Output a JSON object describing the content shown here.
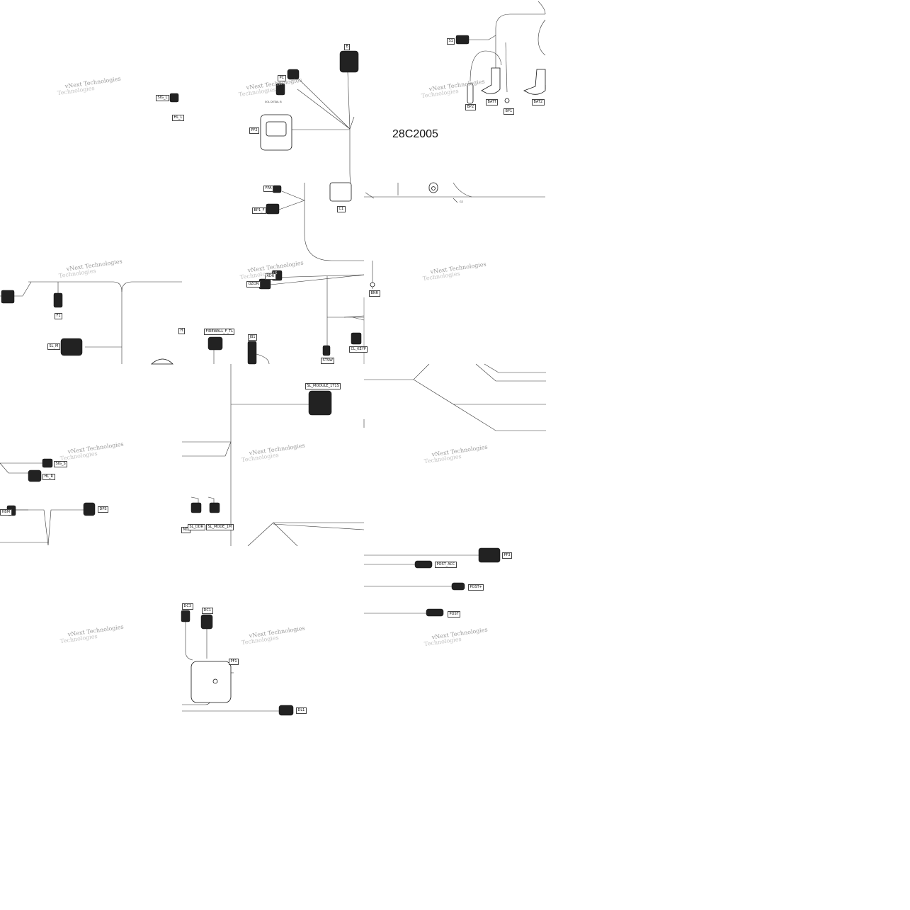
{
  "drawing": {
    "code": "28C2005",
    "watermark": {
      "line1": "vNext Technologies",
      "line2": "Technologies"
    }
  },
  "labels": {
    "sig_l": "SIG_L",
    "hl_l": "HL_L",
    "pc": "PC",
    "b": "B",
    "pf2": "PF2",
    "sol_detail": "SOL DETAIL B",
    "s1": "S1",
    "batt": "BATT",
    "bp2": "BP2",
    "bp1": "BP1",
    "bat2": "BAT2",
    "fpa": "FPA",
    "bp1_f": "BP1_F",
    "c1": "C1",
    "g2": "G2",
    "f1": "F1",
    "sl_m": "SL_M",
    "h": "H",
    "firewall": "FIREWALL_F_TL",
    "jb1": "JB1",
    "ozon": "OZON",
    "adr": "ADR",
    "bnr": "BNR",
    "stsw": "STSW",
    "cl_keyp": "CL_KEYP",
    "sl_module": "SL_MODULE_1T1S",
    "sig_s": "SIG_S",
    "hl_r": "HL_R",
    "hbm": "HBM",
    "dps": "DPS",
    "nd": "ND",
    "sl_ddr": "SL_DDR",
    "sl_mode": "SL_MODE_1M",
    "pf3": "PF3",
    "post_acc": "POST_ACC",
    "post_plus": "POST+",
    "post": "POST",
    "dc3": "DC3",
    "dc1": "DC1",
    "pf1": "PF1",
    "dl1": "DL1"
  }
}
